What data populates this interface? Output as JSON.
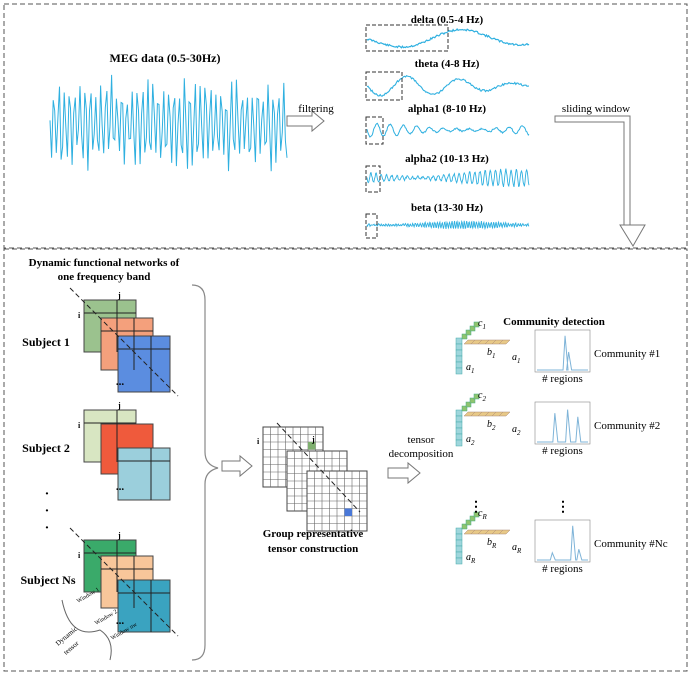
{
  "top_panel": {
    "meg_title": "MEG data (0.5-30Hz)",
    "filtering_label": "filtering",
    "sliding_window_label": "sliding window",
    "bands": [
      {
        "label": "delta (0.5-4 Hz)"
      },
      {
        "label": "theta (4-8 Hz)"
      },
      {
        "label": "alpha1 (8-10 Hz)"
      },
      {
        "label": "alpha2 (10-13 Hz)"
      },
      {
        "label": "beta (13-30 Hz)"
      }
    ]
  },
  "bottom_panel": {
    "dfn_title_line1": "Dynamic functional networks of",
    "dfn_title_line2": "one frequency band",
    "subjects": [
      {
        "label": "Subject 1"
      },
      {
        "label": "Subject 2"
      },
      {
        "label": "Subject Ns"
      }
    ],
    "matrix_i": "i",
    "matrix_j": "j",
    "ellipsis": "...",
    "vertical_dots": "·",
    "window_labels": [
      "Window 1",
      "Window 2",
      "Window nw"
    ],
    "dynamic_tensor_line1": "Dynamic",
    "dynamic_tensor_line2": "tensor",
    "group_title_line1": "Group representative",
    "group_title_line2": "tensor construction",
    "tensor_decomp_line1": "tensor",
    "tensor_decomp_line2": "decomposition",
    "community_title": "Community detection",
    "regions_label": "# regions",
    "vdots": "⋮",
    "communities": [
      {
        "c": "c",
        "c_sub": "1",
        "b": "b",
        "b_sub": "1",
        "a": "a",
        "a_sub": "1",
        "label": "Community #1"
      },
      {
        "c": "c",
        "c_sub": "2",
        "b": "b",
        "b_sub": "2",
        "a": "a",
        "a_sub": "2",
        "label": "Community #2"
      },
      {
        "c": "c",
        "c_sub": "R",
        "b": "b",
        "b_sub": "R",
        "a": "a",
        "a_sub": "R",
        "label": "Community #Nc"
      }
    ]
  },
  "colors": {
    "signal": "#2fb0e0",
    "subject1": [
      "#9bc28e",
      "#f4a07c",
      "#5b8de0"
    ],
    "subject2": [
      "#d8e6c2",
      "#ef5a3c",
      "#9bcfdc"
    ],
    "subjectNs": [
      "#3aaa6a",
      "#f8c69a",
      "#3aa3c0"
    ],
    "tensor_highlight": [
      "#7fb06f",
      "#f08a5a",
      "#4a78d8"
    ],
    "community_plot": "#7fb4d8"
  }
}
